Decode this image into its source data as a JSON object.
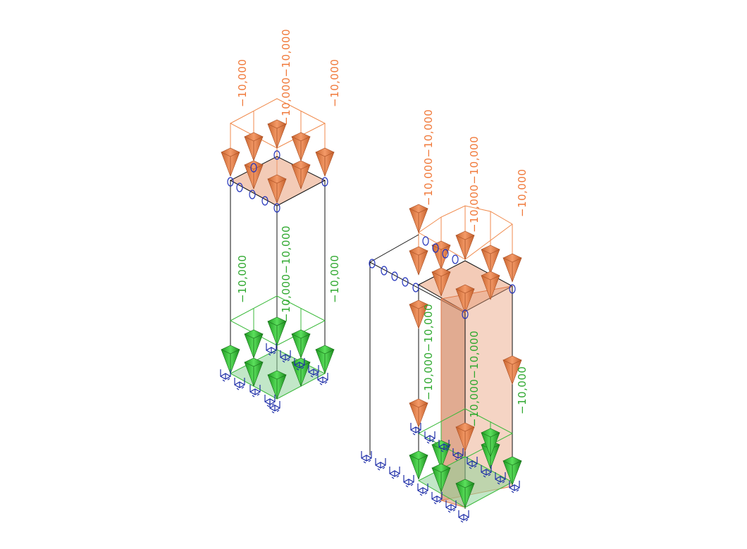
{
  "colors": {
    "top_load": "#ee7f45",
    "top_load_dark": "#b9562a",
    "bottom_load": "#39c43a",
    "bottom_load_dark": "#1d7f1e",
    "frame": "#111111",
    "support": "#1e2ea8",
    "top_frame": "#f08a4c",
    "bottom_frame": "#3cba3c",
    "top_fill": "#e9a07c",
    "bottom_fill": "#8fd49a",
    "label_top": "#f07838",
    "label_bottom": "#2ea82e"
  },
  "icons": {
    "load_arrow": "cone-arrow-icon",
    "support": "fixed-support-icon",
    "hinge": "hinge-loop-icon"
  },
  "labels": {
    "left_top": [
      "-10,000",
      "-10,000-10,000",
      "-10,000"
    ],
    "left_bottom": [
      "-10,000",
      "-10,000-10,000",
      "-10,000"
    ],
    "right_top": [
      "-10,000-10,000",
      "-10,000-10,000",
      "-10,000"
    ],
    "right_bottom": [
      "-10,000-10,000",
      "-10,000-10,000",
      "-10,000"
    ]
  }
}
